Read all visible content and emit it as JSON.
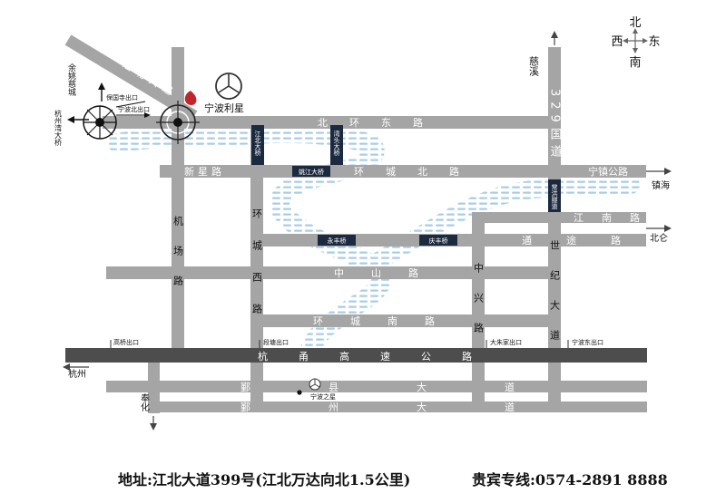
{
  "compass": {
    "north": "北",
    "south": "南",
    "east": "东",
    "west": "西"
  },
  "roads": {
    "bei_huan_dong_lu": "北环东路",
    "huan_cheng_bei_lu": "环城北路",
    "xin_xing_lu": "新星路",
    "ning_zhen_gong_lu": "宁镇公路",
    "jiang_nan_lu": "江南路",
    "tong_tu_lu": "通途路",
    "zhong_shan_lu": "中山路",
    "huan_cheng_nan_lu": "环城南路",
    "hang_yong_gao_su": "杭甬高速公路",
    "yin_xian_da_dao": "鄞县大道",
    "yin_zhou_da_dao": "鄞州大道",
    "jiang_bei_da_dao": "江北大道",
    "ji_chang_lu": "机场路",
    "huan_cheng_xi_lu": "环城西路",
    "zhong_xing_lu": "中兴路",
    "shi_ji_da_dao": "世纪大道",
    "g329": "329国道"
  },
  "bridges": {
    "jiang_bei_da_qiao": "江北大桥",
    "wan_tou_da_qiao": "湾头大桥",
    "yao_jiang_da_qiao": "姚江大桥",
    "chang_hong_sui_dao": "常洪隧道",
    "yong_feng_qiao": "永丰桥",
    "qing_feng_qiao": "庆丰桥"
  },
  "exits": {
    "bao_guo_si": "保国寺出口",
    "ning_bo_bei": "宁波北出口",
    "gao_qiao": "高桥出口",
    "duan_tang": "段塘出口",
    "da_zhu_jia": "大朱家出口",
    "ning_bo_dong": "宁波东出口"
  },
  "destinations": {
    "yu_yao_ci_cheng": "余姚慈城",
    "hang_zhou_wan_da_qiao": "杭州湾大桥",
    "ci_xi": "慈溪",
    "zhen_hai": "镇海",
    "bei_lun": "北仑",
    "hang_zhou": "杭州",
    "feng_hua": "奉化"
  },
  "places": {
    "ning_bo_li_xing": "宁波利星",
    "ning_bo_zhi_xing": "宁波之星"
  },
  "footer": {
    "address": "地址:江北大道399号(江北万达向北1.5公里)",
    "hotline": "贵宾专线:0574-2891 8888"
  },
  "colors": {
    "road": "#a5a5a5",
    "highway": "#4d4d4d",
    "river": "#9cc4df",
    "bridge": "#1c2a3f",
    "marker": "#c0262e"
  }
}
